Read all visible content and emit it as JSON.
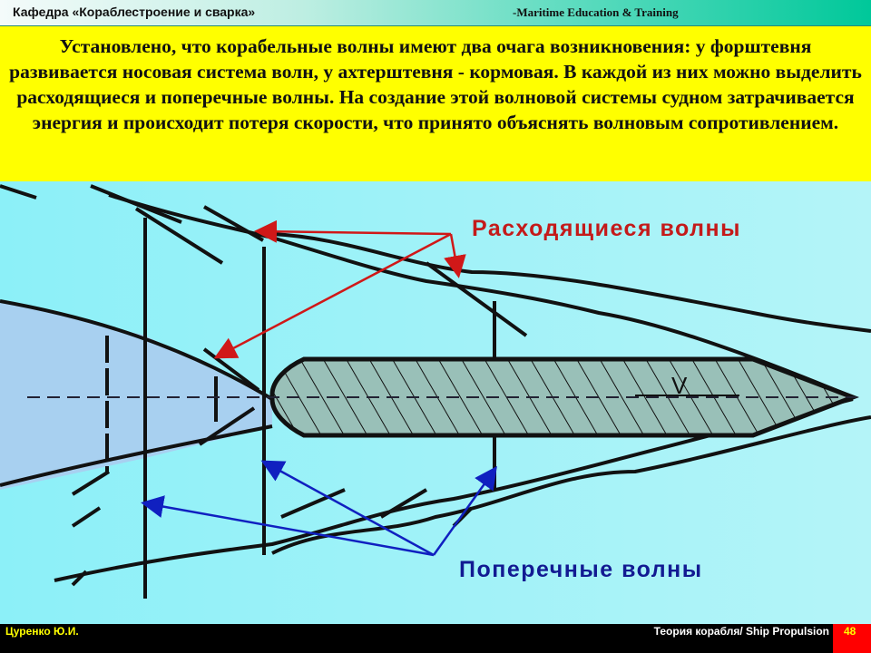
{
  "header": {
    "department": "Кафедра «Кораблестроение и сварка»",
    "organization": "-Maritime Education & Training"
  },
  "intro_text": "Установлено, что корабельные волны имеют два очага возникновения: у форштевня развивается носовая система волн, у ахтерштевня - кормовая. В каждой из них можно выделить расходящиеся и поперечные волны. На создание этой волновой системы судном затрачивается энергия и происходит потеря скорости, что принято объяснять волновым сопротивлением.",
  "diagram": {
    "label_divergent": "Расходящиеся волны",
    "label_transverse": "Поперечные волны",
    "velocity_label": "V",
    "colors": {
      "water": "#a8f2f8",
      "wake": "#a8d0f0",
      "hull": "#99c0b8",
      "divergent_arrow": "#c41a1a",
      "transverse_arrow": "#121a92"
    }
  },
  "footer": {
    "author": "Цуренко Ю.И.",
    "course": "Теория корабля/ Ship Propulsion",
    "page": "48"
  }
}
